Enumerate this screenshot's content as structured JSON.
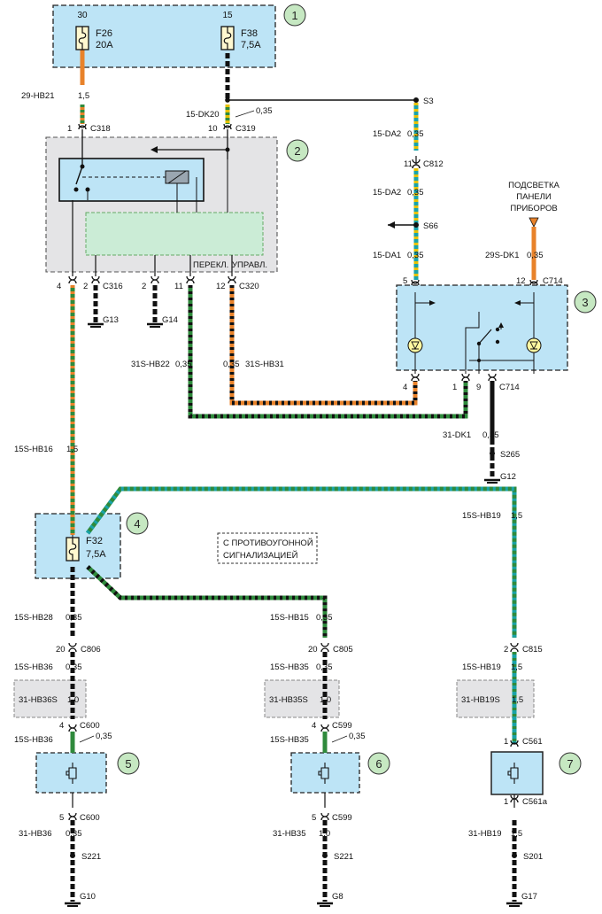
{
  "callouts": [
    "1",
    "2",
    "3",
    "4",
    "5",
    "6",
    "7"
  ],
  "fuses": {
    "f26": {
      "pin": "30",
      "name": "F26",
      "rating": "20A"
    },
    "f38": {
      "pin": "15",
      "name": "F38",
      "rating": "7,5A"
    },
    "f32": {
      "name": "F32",
      "rating": "7,5A"
    }
  },
  "wires": {
    "w29hb21": "29-HB21",
    "w29hb21_s": "1,5",
    "w15dk20": "15-DK20",
    "w15dk20_s": "0,35",
    "w15da2a": "15-DA2",
    "w15da2a_s": "0,35",
    "w15da2b": "15-DA2",
    "w15da2b_s": "0,35",
    "w15da1": "15-DA1",
    "w15da1_s": "0,35",
    "w29sdk1": "29S-DK1",
    "w29sdk1_s": "0,35",
    "w31shb22": "31S-HB22",
    "w31shb22_s": "0,35",
    "w31shb31_s": "0,35",
    "w31shb31": "31S-HB31",
    "w31dk1": "31-DK1",
    "w31dk1_s": "0,35",
    "w15shb16": "15S-HB16",
    "w15shb16_s": "1,5",
    "w15shb19a": "15S-HB19",
    "w15shb19a_s": "1,5",
    "w15shb28": "15S-HB28",
    "w15shb28_s": "0,35",
    "w15shb15": "15S-HB15",
    "w15shb15_s": "0,35",
    "w15shb36a": "15S-HB36",
    "w15shb36a_s": "0,35",
    "w15shb35a": "15S-HB35",
    "w15shb35a_s": "0,35",
    "w15shb19b": "15S-HB19",
    "w15shb19b_s": "1,5",
    "w31hb36s": "31-HB36S",
    "w31hb36s_s": "1,0",
    "w31hb35s": "31-HB35S",
    "w31hb35s_s": "1,0",
    "w31hb19s": "31-HB19S",
    "w31hb19s_s": "1,5",
    "w15shb36b": "15S-HB36",
    "w15shb36b_s": "0,35",
    "w15shb35b": "15S-HB35",
    "w15shb35b_s": "0,35",
    "w31hb36": "31-HB36",
    "w31hb36_s": "0,35",
    "w31hb35": "31-HB35",
    "w31hb35_s": "1,0",
    "w31hb19": "31-HB19",
    "w31hb19_s": "1,5"
  },
  "connectors": {
    "c318_pin": "1",
    "c318": "C318",
    "c319_pin": "10",
    "c319": "C319",
    "c812_pin": "11",
    "c812": "C812",
    "c714a_pin1": "5",
    "c714a_pin2": "12",
    "c714a": "C714",
    "c316_pin1": "4",
    "c316_pin2": "2",
    "c316": "C316",
    "c320_pin1": "2",
    "c320_pin2": "11",
    "c320_pin3": "12",
    "c320": "C320",
    "c714b_pin1": "4",
    "c714b_pin2": "1",
    "c714b_pin3": "9",
    "c714b": "C714",
    "c806_pin": "20",
    "c806": "C806",
    "c805_pin": "20",
    "c805": "C805",
    "c815_pin": "2",
    "c815": "C815",
    "c600a_pin": "4",
    "c600a": "C600",
    "c599a_pin": "4",
    "c599a": "C599",
    "c561_pin": "1",
    "c561": "C561",
    "c600b_pin": "5",
    "c600b": "C600",
    "c599b_pin": "5",
    "c599b": "C599",
    "c561a_pin": "1",
    "c561a": "C561a"
  },
  "splices": {
    "s3": "S3",
    "s66": "S66",
    "s265": "S265",
    "s221a": "S221",
    "s221b": "S221",
    "s201": "S201"
  },
  "grounds": {
    "g13": "G13",
    "g14": "G14",
    "g12": "G12",
    "g10": "G10",
    "g8": "G8",
    "g17": "G17"
  },
  "labels": {
    "panel_light": [
      "ПОДСВЕТКА",
      "ПАНЕЛИ",
      "ПРИБОРОВ"
    ],
    "perekl": "ПЕРЕКЛ.",
    "uprav": "УПРАВЛ.",
    "alarm_note": [
      "С ПРОТИВОУГОННОЙ",
      "СИГНАЛИЗАЦИЕЙ"
    ]
  },
  "colors": {
    "block_fill": "#bde4f6",
    "gray_fill": "#e4e4e6",
    "green_fill": "#cbecd6",
    "callout_fill": "#c6e8c2",
    "wire_orange": "#e8822a",
    "wire_green": "#2f8a3c",
    "wire_teal": "#1aa3a8",
    "wire_yellow": "#e6c000",
    "wire_black": "#111111"
  }
}
